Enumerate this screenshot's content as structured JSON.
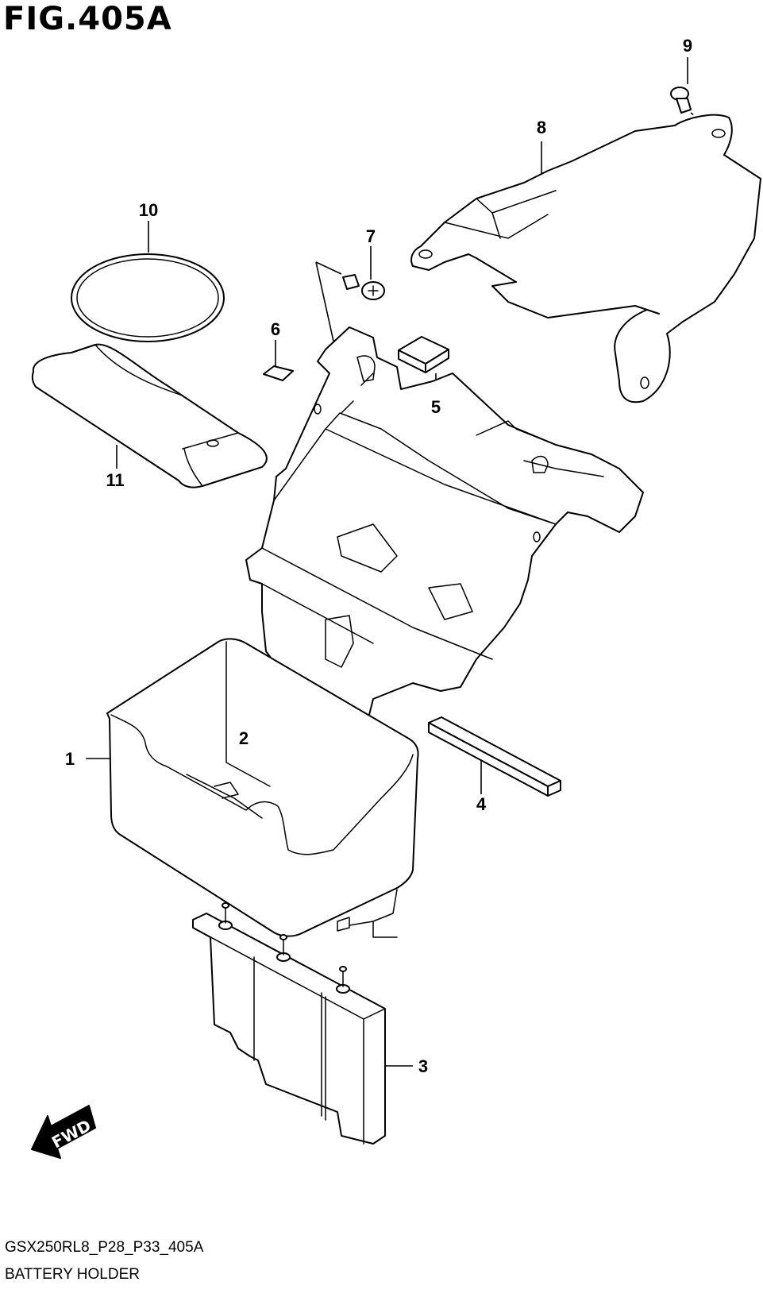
{
  "figure": {
    "title": "FIG.405A",
    "code": "GSX250RL8_P28_P33_405A",
    "name": "BATTERY HOLDER"
  },
  "callouts": [
    {
      "id": "1",
      "label": "1"
    },
    {
      "id": "2",
      "label": "2"
    },
    {
      "id": "3",
      "label": "3"
    },
    {
      "id": "4",
      "label": "4"
    },
    {
      "id": "5",
      "label": "5"
    },
    {
      "id": "6",
      "label": "6"
    },
    {
      "id": "7",
      "label": "7"
    },
    {
      "id": "8",
      "label": "8"
    },
    {
      "id": "9",
      "label": "9"
    },
    {
      "id": "10",
      "label": "10"
    },
    {
      "id": "11",
      "label": "11"
    }
  ],
  "direction_indicator": {
    "label": "FWD",
    "icon": "forward-arrow-icon"
  }
}
